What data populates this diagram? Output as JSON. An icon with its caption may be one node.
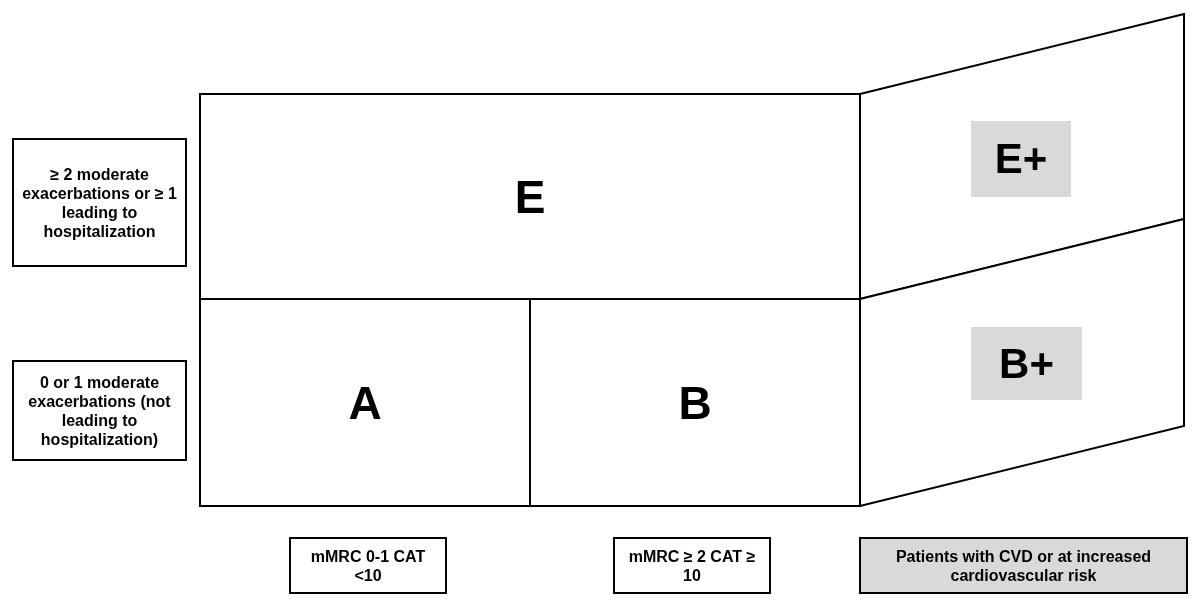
{
  "diagram": {
    "nodes": [
      {
        "text": [
          "≥ 2 moderate exacerbations or ≥ 1 leading to hospitalization"
        ]
      },
      {
        "text": [
          "E"
        ]
      },
      {
        "text": [
          "E+"
        ]
      },
      {
        "text": [
          "0 or 1 moderate exacerbations (not leading to hospitalization)"
        ]
      },
      {
        "text": [
          "A"
        ]
      },
      {
        "text": [
          "B"
        ]
      },
      {
        "text": [
          "B+"
        ]
      },
      {
        "text": [
          "mMRC 0-1 CAT <10"
        ]
      },
      {
        "text": [
          "mMRC ≥ 2 CAT ≥ 10"
        ]
      },
      {
        "text": [
          "Patients with CVD or at increased cardiovascular risk"
        ]
      }
    ]
  }
}
